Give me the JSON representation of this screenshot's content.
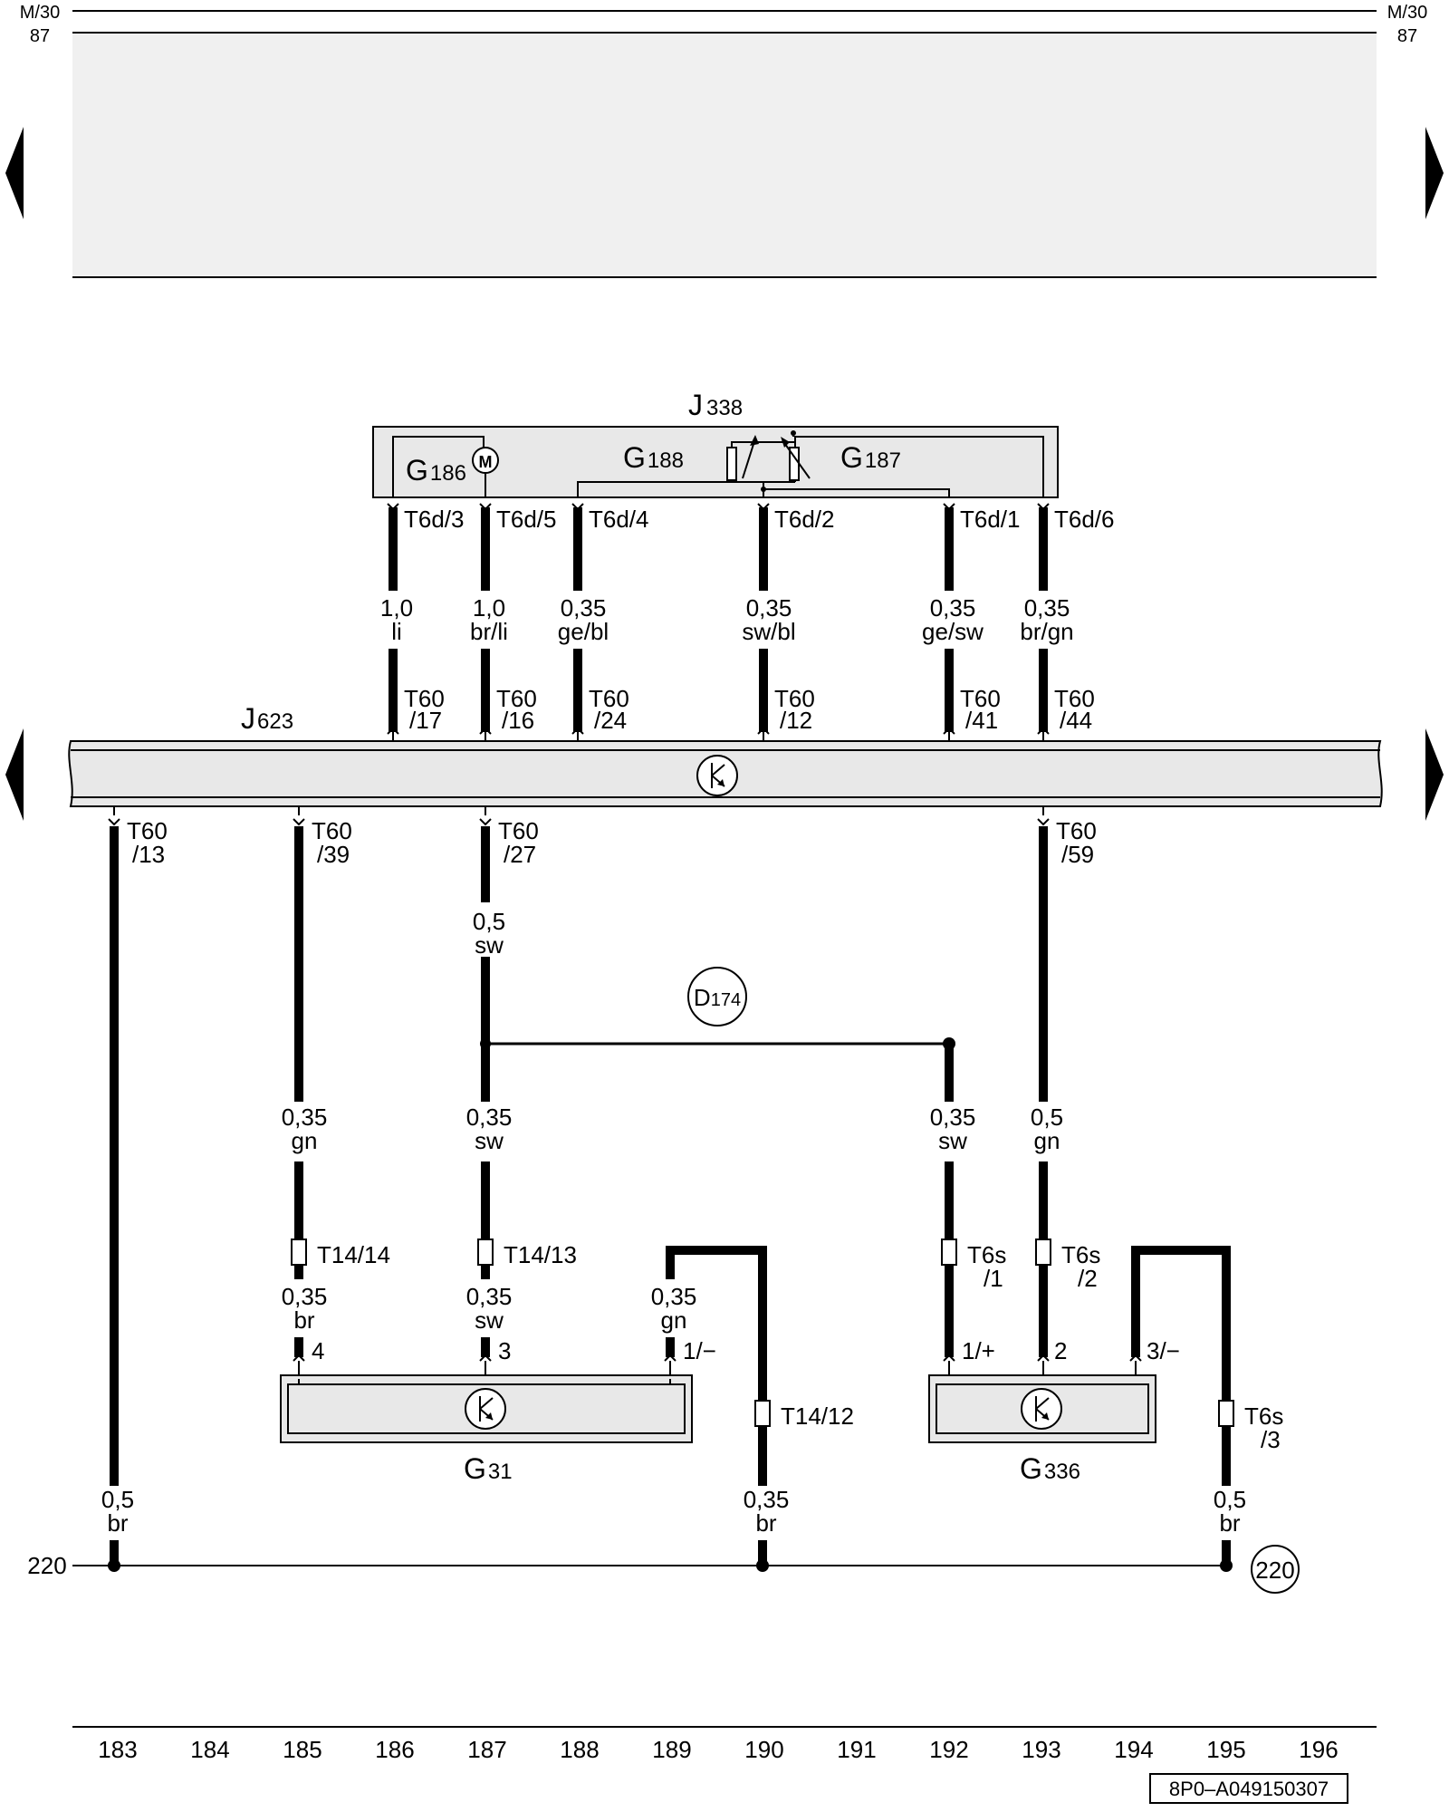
{
  "header": {
    "left_label_top": "M/30",
    "left_label_bottom": "87",
    "right_label_top": "M/30",
    "right_label_bottom": "87"
  },
  "components": {
    "j338": {
      "letter": "J",
      "number": "338"
    },
    "g186": {
      "letter": "G",
      "number": "186"
    },
    "g188": {
      "letter": "G",
      "number": "188"
    },
    "g187": {
      "letter": "G",
      "number": "187"
    },
    "j623": {
      "letter": "J",
      "number": "623"
    },
    "g31": {
      "letter": "G",
      "number": "31"
    },
    "g336": {
      "letter": "G",
      "number": "336"
    },
    "d174": {
      "letter": "D",
      "number": "174"
    },
    "motor_symbol": "M"
  },
  "top_pins": [
    {
      "connector": "T6d/3",
      "gauge": "1,0",
      "color": "li",
      "j623_pin_a": "T60",
      "j623_pin_b": "/17"
    },
    {
      "connector": "T6d/5",
      "gauge": "1,0",
      "color": "br/li",
      "j623_pin_a": "T60",
      "j623_pin_b": "/16"
    },
    {
      "connector": "T6d/4",
      "gauge": "0,35",
      "color": "ge/bl",
      "j623_pin_a": "T60",
      "j623_pin_b": "/24"
    },
    {
      "connector": "T6d/2",
      "gauge": "0,35",
      "color": "sw/bl",
      "j623_pin_a": "T60",
      "j623_pin_b": "/12"
    },
    {
      "connector": "T6d/1",
      "gauge": "0,35",
      "color": "ge/sw",
      "j623_pin_a": "T60",
      "j623_pin_b": "/41"
    },
    {
      "connector": "T6d/6",
      "gauge": "0,35",
      "color": "br/gn",
      "j623_pin_a": "T60",
      "j623_pin_b": "/44"
    }
  ],
  "bottom_pins": [
    {
      "a": "T60",
      "b": "/13"
    },
    {
      "a": "T60",
      "b": "/39"
    },
    {
      "a": "T60",
      "b": "/27"
    },
    {
      "a": "T60",
      "b": "/59"
    }
  ],
  "wires": {
    "w187_upper": {
      "gauge": "0,5",
      "color": "sw"
    },
    "w185_mid": {
      "gauge": "0,35",
      "color": "gn"
    },
    "w187_mid": {
      "gauge": "0,35",
      "color": "sw"
    },
    "w192_mid": {
      "gauge": "0,35",
      "color": "sw"
    },
    "w193_mid": {
      "gauge": "0,5",
      "color": "gn"
    },
    "w185_low": {
      "gauge": "0,35",
      "color": "br"
    },
    "w187_low": {
      "gauge": "0,35",
      "color": "sw"
    },
    "w189_low": {
      "gauge": "0,35",
      "color": "gn"
    },
    "w183_ground": {
      "gauge": "0,5",
      "color": "br"
    },
    "w190_ground": {
      "gauge": "0,35",
      "color": "br"
    },
    "w195_ground": {
      "gauge": "0,5",
      "color": "br"
    }
  },
  "connectors": {
    "t14_14": "T14/14",
    "t14_13": "T14/13",
    "t14_12": "T14/12",
    "t6s_1_a": "T6s",
    "t6s_1_b": "/1",
    "t6s_2_a": "T6s",
    "t6s_2_b": "/2",
    "t6s_3_a": "T6s",
    "t6s_3_b": "/3"
  },
  "sensor_pins": {
    "g31_4": "4",
    "g31_3": "3",
    "g31_1": "1/−",
    "g336_1": "1/+",
    "g336_2": "2",
    "g336_3": "3/−"
  },
  "ground": {
    "left_label": "220",
    "ref_circle": "220"
  },
  "footer": {
    "columns": [
      "183",
      "184",
      "185",
      "186",
      "187",
      "188",
      "189",
      "190",
      "191",
      "192",
      "193",
      "194",
      "195",
      "196"
    ],
    "doc_id": "8P0–A049150307"
  },
  "colors": {
    "line": "#000000",
    "panel_fill": "#f0f0f0"
  }
}
